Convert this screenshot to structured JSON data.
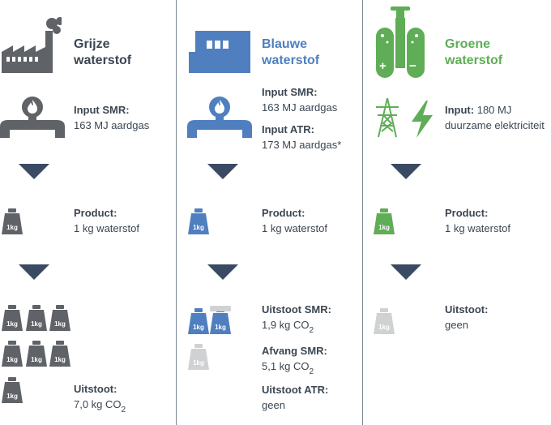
{
  "columns": [
    {
      "id": "grey",
      "title_line1": "Grijze",
      "title_line2": "waterstof",
      "title_color": "#3b4652",
      "icon_color": "#5f6368",
      "input_label": "Input SMR:",
      "input_value": "163 MJ aardgas",
      "product_label": "Product:",
      "product_value": "1 kg waterstof",
      "emission_label": "Uitstoot:",
      "emission_value_prefix": "7,0 kg CO",
      "emission_value_sub": "2"
    },
    {
      "id": "blue",
      "title_line1": "Blauwe",
      "title_line2": "waterstof",
      "title_color": "#4f7fbf",
      "icon_color": "#4f7fbf",
      "input1_label": "Input SMR:",
      "input1_value": "163 MJ aardgas",
      "input2_label": "Input ATR:",
      "input2_value": "173 MJ aardgas*",
      "product_label": "Product:",
      "product_value": "1 kg waterstof",
      "emission1_label": "Uitstoot SMR:",
      "emission1_value_prefix": "1,9 kg CO",
      "emission1_value_sub": "2",
      "capture_label": "Afvang SMR:",
      "capture_value_prefix": "5,1 kg CO",
      "capture_value_sub": "2",
      "emission2_label": "Uitstoot ATR:",
      "emission2_value": "geen"
    },
    {
      "id": "green",
      "title_line1": "Groene",
      "title_line2": "waterstof",
      "title_color": "#5fad56",
      "icon_color": "#5fad56",
      "input_label": "Input:",
      "input_value_inline": "180 MJ",
      "input_value_line2": "duurzame elektriciteit",
      "product_label": "Product:",
      "product_value": "1 kg waterstof",
      "emission_label": "Uitstoot:",
      "emission_value": "geen",
      "electrolyser_plus": "+",
      "electrolyser_minus": "−"
    }
  ],
  "weight_label": "1kg",
  "colors": {
    "arrow": "#3a4a62",
    "grey_weight": "#5f6368",
    "blue_weight": "#4f7fbf",
    "green_weight": "#5fad56",
    "light_weight": "#cfd1d3",
    "divider": "#7d8791"
  }
}
